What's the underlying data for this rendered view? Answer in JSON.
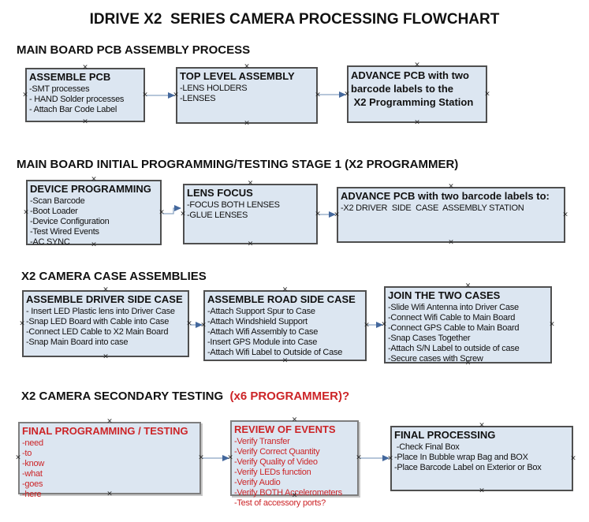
{
  "title": "IDRIVE X2  SERIES CAMERA PROCESSING FLOWCHART",
  "colors": {
    "box_fill": "#dce6f1",
    "box_border": "#4f4f4f",
    "secondary_box_border": "#7e7e7e",
    "red_text": "#cc2427",
    "arrow_line": "#8aa3c2",
    "arrow_head": "#44689d"
  },
  "sections": [
    {
      "heading": "MAIN BOARD PCB ASSEMBLY PROCESS",
      "boxes": [
        {
          "title": "ASSEMBLE PCB",
          "items": [
            "-SMT processes",
            "- HAND Solder processes",
            "- Attach Bar Code Label"
          ]
        },
        {
          "title": "TOP LEVEL ASSEMBLY",
          "items": [
            "-LENS HOLDERS",
            "-LENSES"
          ]
        },
        {
          "title_lines": [
            "ADVANCE PCB with two",
            "barcode labels to the",
            " X2 Programming Station"
          ]
        }
      ]
    },
    {
      "heading": "MAIN BOARD INITIAL PROGRAMMING/TESTING STAGE 1 (X2 PROGRAMMER)",
      "boxes": [
        {
          "title": "DEVICE PROGRAMMING",
          "items": [
            "-Scan Barcode",
            "-Boot Loader",
            "-Device Configuration",
            "-Test Wired Events",
            "-AC SYNC"
          ]
        },
        {
          "title": "LENS FOCUS",
          "items": [
            "-FOCUS BOTH LENSES",
            "-GLUE LENSES"
          ]
        },
        {
          "title": "ADVANCE PCB with two barcode labels to:",
          "items": [
            "-X2 DRIVER  SIDE  CASE  ASSEMBLY STATION"
          ]
        }
      ]
    },
    {
      "heading": "X2 CAMERA CASE ASSEMBLIES",
      "boxes": [
        {
          "title": "ASSEMBLE DRIVER SIDE CASE",
          "items": [
            "- Insert LED Plastic lens into Driver Case",
            "-Snap LED Board with Cable into Case",
            "-Connect LED Cable to X2 Main Board",
            "-Snap Main Board into case"
          ]
        },
        {
          "title": "ASSEMBLE ROAD SIDE CASE",
          "items": [
            "-Attach Support Spur to Case",
            "-Attach Windshield Support",
            "-Attach Wifi Assembly to Case",
            "-Insert GPS Module into Case",
            "-Attach Wifi Label to Outside of Case"
          ]
        },
        {
          "title": "JOIN THE TWO CASES",
          "items": [
            "-Slide Wifi Antenna into Driver Case",
            "-Connect Wifi Cable to Main Board",
            "-Connect GPS Cable to Main Board",
            "-Snap Cases Together",
            "-Attach S/N Label to outside of case",
            "-Secure cases with Screw"
          ]
        }
      ]
    },
    {
      "heading_black": "X2 CAMERA SECONDARY TESTING ",
      "heading_red": " (x6 PROGRAMMER)?",
      "boxes": [
        {
          "title": "FINAL PROGRAMMING / TESTING",
          "items": [
            "-need",
            "-to",
            "-know",
            "-what",
            "-goes",
            "-here"
          ]
        },
        {
          "title": "REVIEW OF EVENTS",
          "items": [
            "-Verify Transfer",
            "-Verify Correct Quantity",
            "-Verify Quality of Video",
            "-Verify LEDs function",
            "-Verify Audio",
            "-Verify BOTH Accelerometers",
            "-Test of accessory ports?"
          ]
        },
        {
          "title": "FINAL PROCESSING",
          "items": [
            " -Check Final Box",
            "-Place In Bubble wrap Bag and BOX",
            "-Place Barcode Label on Exterior or Box"
          ]
        }
      ]
    }
  ]
}
